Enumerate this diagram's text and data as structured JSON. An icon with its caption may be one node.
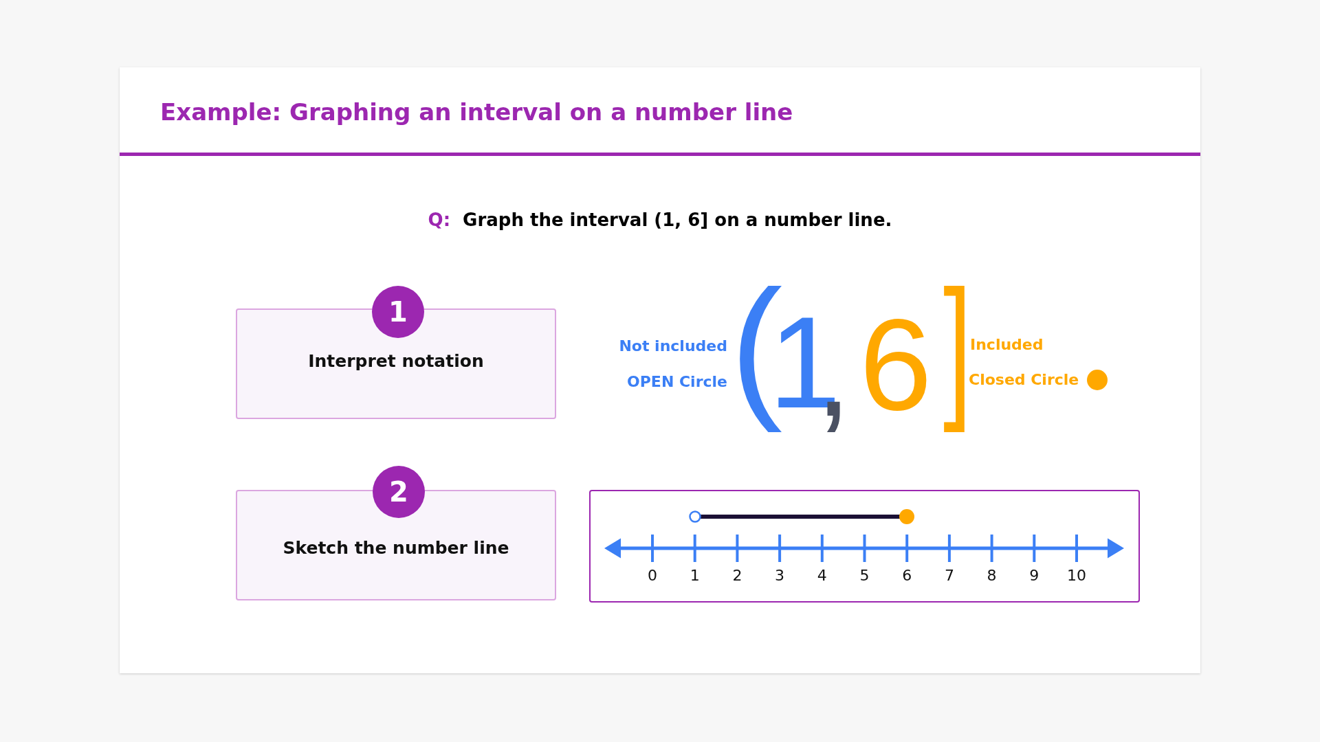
{
  "diagram": {
    "title": "Example: Graphing an interval on a number line",
    "nodes": [
      {
        "text": [
          "1"
        ]
      },
      {
        "text": [
          "Interpret notation"
        ]
      },
      {
        "text": [
          "2"
        ]
      },
      {
        "text": [
          "Sketch the number line"
        ]
      },
      {
        "text": [],
        "shape": "box"
      }
    ],
    "labels": [
      "Q:",
      "Graph the interval (1, 6] on a number line.",
      "Not included",
      "OPEN Circle",
      "(",
      "1",
      ",",
      "6",
      "]",
      "Included",
      "Closed Circle",
      "0",
      "1",
      "2",
      "3",
      "4",
      "5",
      "6",
      "7",
      "8",
      "9",
      "10"
    ]
  }
}
